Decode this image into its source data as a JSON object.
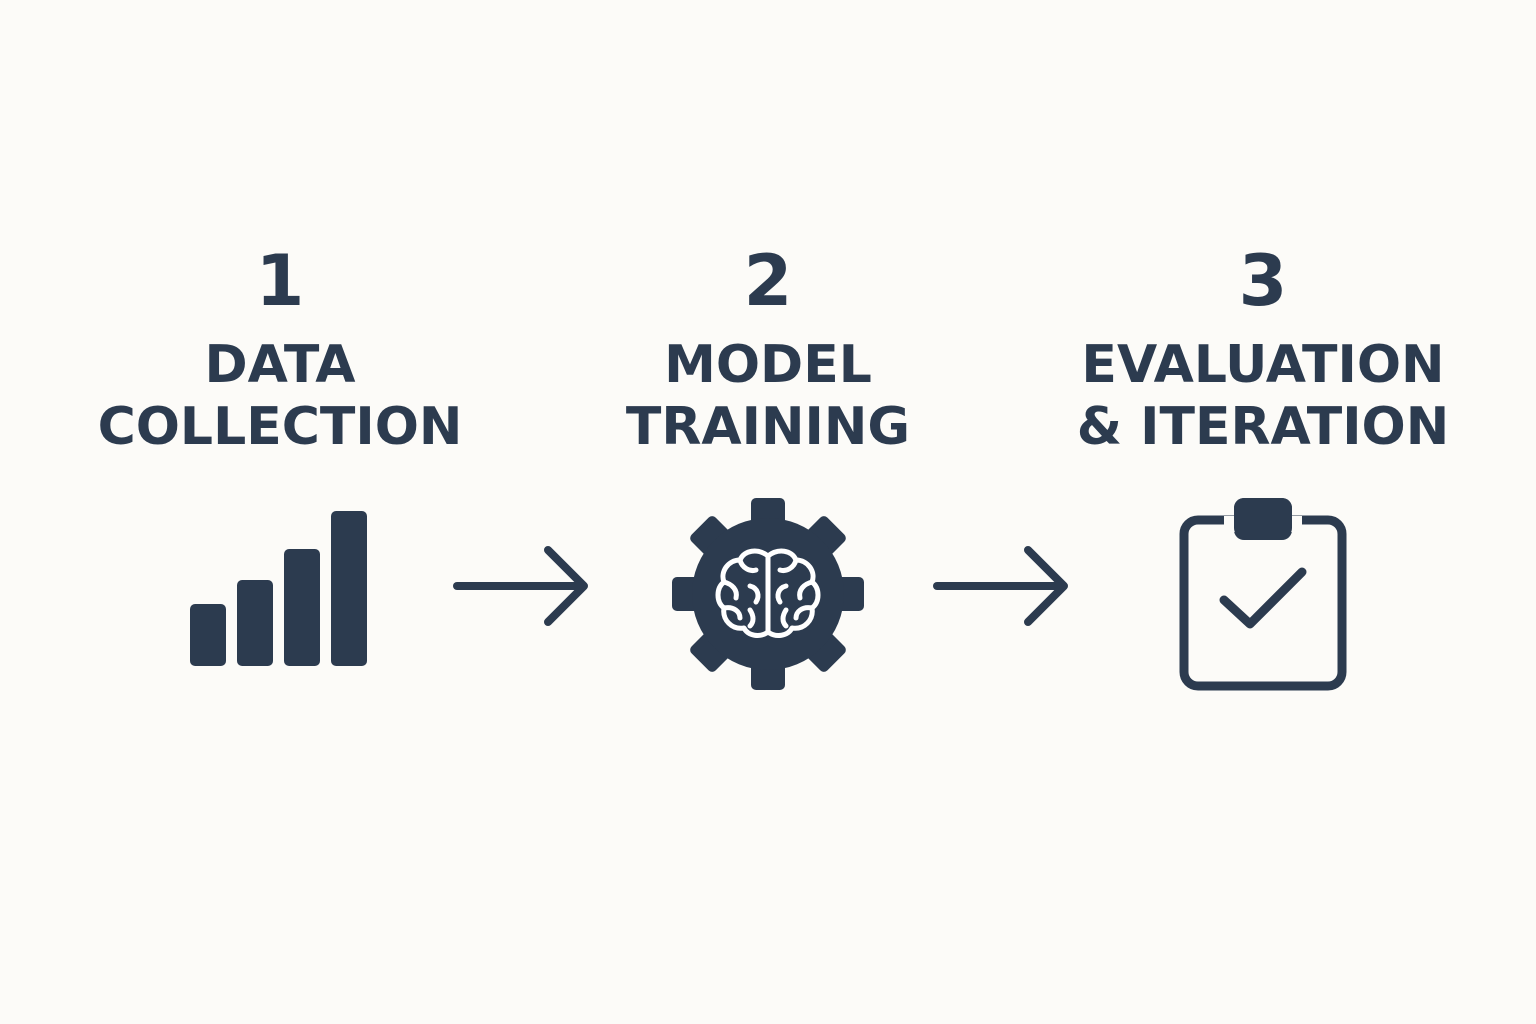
{
  "steps": [
    {
      "number": "1",
      "title_line1": "DATA",
      "title_line2": "COLLECTION",
      "icon": "bar-chart-icon"
    },
    {
      "number": "2",
      "title_line1": "MODEL",
      "title_line2": "TRAINING",
      "icon": "gear-brain-icon"
    },
    {
      "number": "3",
      "title_line1": "EVALUATION",
      "title_line2": "& ITERATION",
      "icon": "clipboard-check-icon"
    }
  ],
  "connectors": [
    {
      "icon": "arrow-right-icon"
    },
    {
      "icon": "arrow-right-icon"
    }
  ],
  "colors": {
    "background": "#fcfbf8",
    "foreground": "#2c3b4f"
  }
}
